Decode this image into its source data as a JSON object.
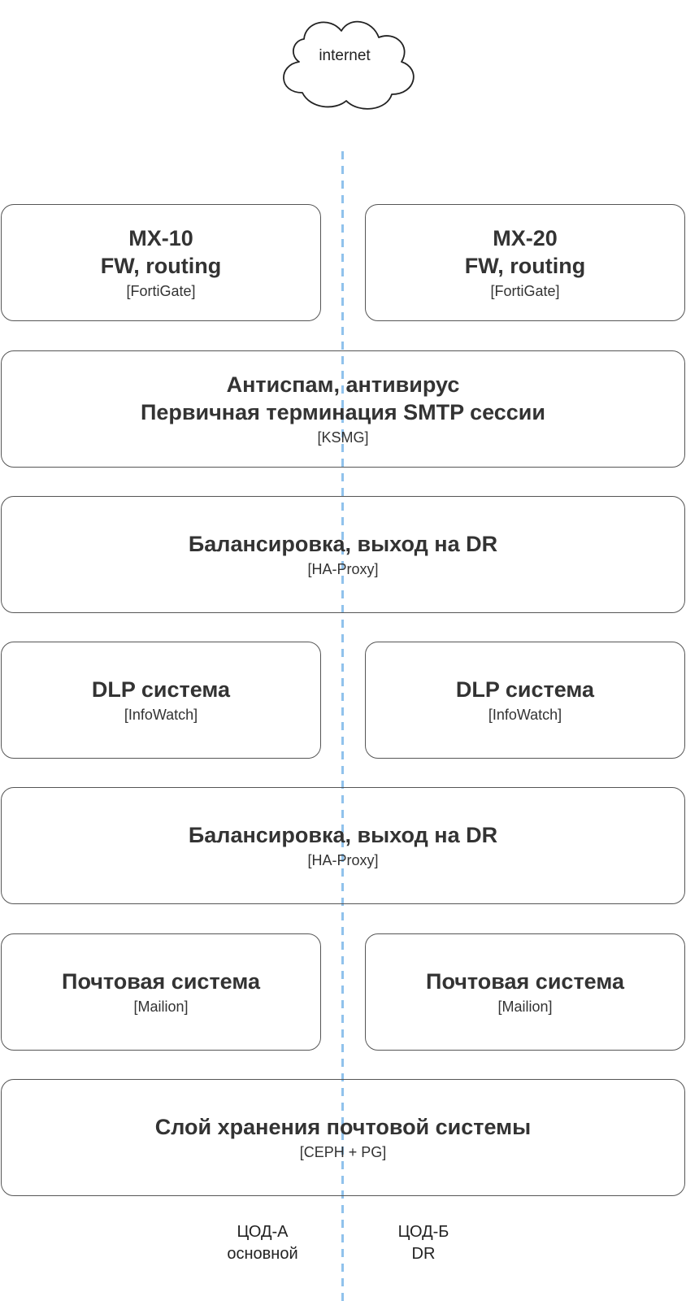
{
  "cloud": {
    "label": "internet",
    "icon": "cloud-icon"
  },
  "colors": {
    "divider": "#90c2ec",
    "border": "#555555",
    "text": "#333333"
  },
  "nodes": {
    "mx10": {
      "title": "MX-10\nFW, routing",
      "tech": "[FortiGate]"
    },
    "mx20": {
      "title": "MX-20\nFW, routing",
      "tech": "[FortiGate]"
    },
    "antispam": {
      "title": "Антиспам, антивирус\nПервичная терминация SMTP сессии",
      "tech": "[KSMG]"
    },
    "balancer1": {
      "title": "Балансировка, выход на DR",
      "tech": "[HA-Proxy]"
    },
    "dlp_a": {
      "title": "DLP система",
      "tech": "[InfoWatch]"
    },
    "dlp_b": {
      "title": "DLP система",
      "tech": "[InfoWatch]"
    },
    "balancer2": {
      "title": "Балансировка, выход на DR",
      "tech": "[HA-Proxy]"
    },
    "mail_a": {
      "title": "Почтовая система",
      "tech": "[Mailion]"
    },
    "mail_b": {
      "title": "Почтовая система",
      "tech": "[Mailion]"
    },
    "storage": {
      "title": "Слой хранения почтовой системы",
      "tech": "[CEPH + PG]"
    }
  },
  "zones": {
    "a": {
      "line1": "ЦОД-А",
      "line2": "основной"
    },
    "b": {
      "line1": "ЦОД-Б",
      "line2": "DR"
    }
  }
}
